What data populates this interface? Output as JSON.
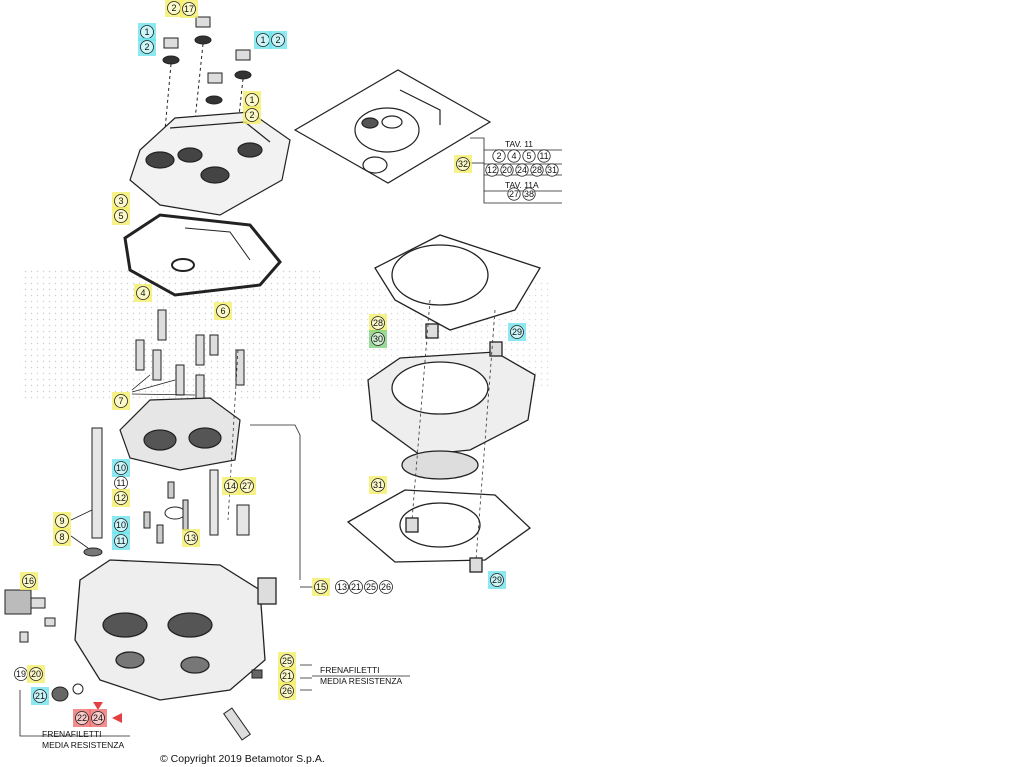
{
  "copyright": "© Copyright 2019 Betamotor S.p.A.",
  "callouts": [
    {
      "n": "2",
      "hl": "yellow"
    },
    {
      "n": "17",
      "hl": "yellow"
    },
    {
      "n": "1",
      "hl": "cyan"
    },
    {
      "n": "2",
      "hl": "cyan"
    },
    {
      "n": "1",
      "hl": "cyan"
    },
    {
      "n": "2",
      "hl": "cyan"
    },
    {
      "n": "1",
      "hl": "yellow"
    },
    {
      "n": "2",
      "hl": "yellow"
    },
    {
      "n": "3",
      "hl": "yellow"
    },
    {
      "n": "5",
      "hl": "yellow"
    },
    {
      "n": "4",
      "hl": "yellow"
    },
    {
      "n": "6",
      "hl": "yellow"
    },
    {
      "n": "7",
      "hl": "yellow"
    },
    {
      "n": "9",
      "hl": "yellow"
    },
    {
      "n": "8",
      "hl": "yellow"
    },
    {
      "n": "10",
      "hl": "cyan"
    },
    {
      "n": "11",
      "hl": "none"
    },
    {
      "n": "12",
      "hl": "yellow"
    },
    {
      "n": "10",
      "hl": "cyan"
    },
    {
      "n": "11",
      "hl": "cyan"
    },
    {
      "n": "13",
      "hl": "yellow"
    },
    {
      "n": "14",
      "hl": "yellow"
    },
    {
      "n": "27",
      "hl": "yellow"
    },
    {
      "n": "16",
      "hl": "yellow"
    },
    {
      "n": "19",
      "hl": "none"
    },
    {
      "n": "20",
      "hl": "yellow"
    },
    {
      "n": "21",
      "hl": "cyan"
    },
    {
      "n": "22",
      "hl": "red"
    },
    {
      "n": "24",
      "hl": "red"
    },
    {
      "n": "15",
      "hl": "yellow"
    },
    {
      "n": "13",
      "hl": "none"
    },
    {
      "n": "21",
      "hl": "none"
    },
    {
      "n": "25",
      "hl": "none"
    },
    {
      "n": "26",
      "hl": "none"
    },
    {
      "n": "25",
      "hl": "yellow"
    },
    {
      "n": "21",
      "hl": "yellow"
    },
    {
      "n": "26",
      "hl": "yellow"
    },
    {
      "n": "32",
      "hl": "yellow"
    },
    {
      "n": "28",
      "hl": "yellow"
    },
    {
      "n": "30",
      "hl": "green"
    },
    {
      "n": "29",
      "hl": "cyan"
    },
    {
      "n": "31",
      "hl": "yellow"
    },
    {
      "n": "29",
      "hl": "cyan"
    }
  ],
  "tav_box": {
    "title1": "TAV. 11",
    "row1": [
      "2",
      "4",
      "5",
      "11"
    ],
    "row2": [
      "12",
      "20",
      "24",
      "28",
      "31"
    ],
    "title2": "TAV. 11A",
    "row3": [
      "27",
      "38"
    ]
  },
  "labels": {
    "frenafiletti_right_1": "FRENAFILETTI",
    "frenafiletti_right_2": "MEDIA RESISTENZA",
    "frenafiletti_left_1": "FRENAFILETTI",
    "frenafiletti_left_2": "MEDIA RESISTENZA"
  },
  "colors": {
    "yellow": "#f5ef6a",
    "cyan": "#6fe3ee",
    "green": "#7fd17f",
    "red": "#f07070"
  }
}
